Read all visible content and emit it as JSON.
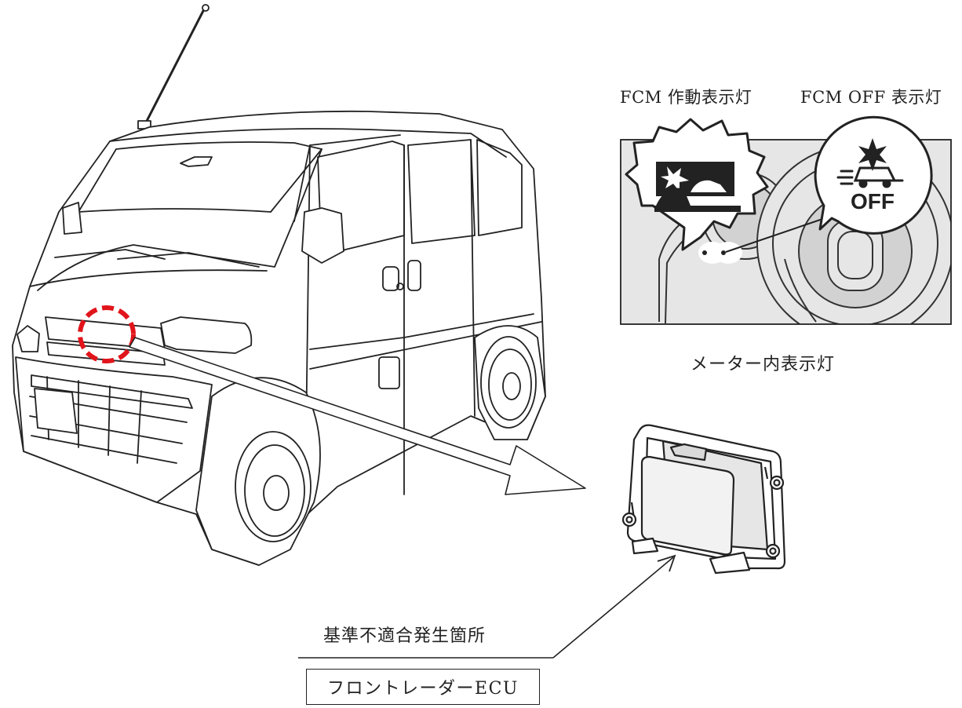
{
  "labels": {
    "fcm_active": "FCM 作動表示灯",
    "fcm_off": "FCM OFF 表示灯",
    "meter_caption": "メーター内表示灯",
    "nonconformity_location": "基準不適合発生箇所",
    "component": "フロントレーダーECU",
    "off_icon_text": "OFF"
  },
  "colors": {
    "line": "#222222",
    "highlight_circle": "#e1141b",
    "panel_bg": "#e6e6e6"
  },
  "icons": [
    "fcm-active-warning-icon",
    "fcm-off-icon"
  ]
}
